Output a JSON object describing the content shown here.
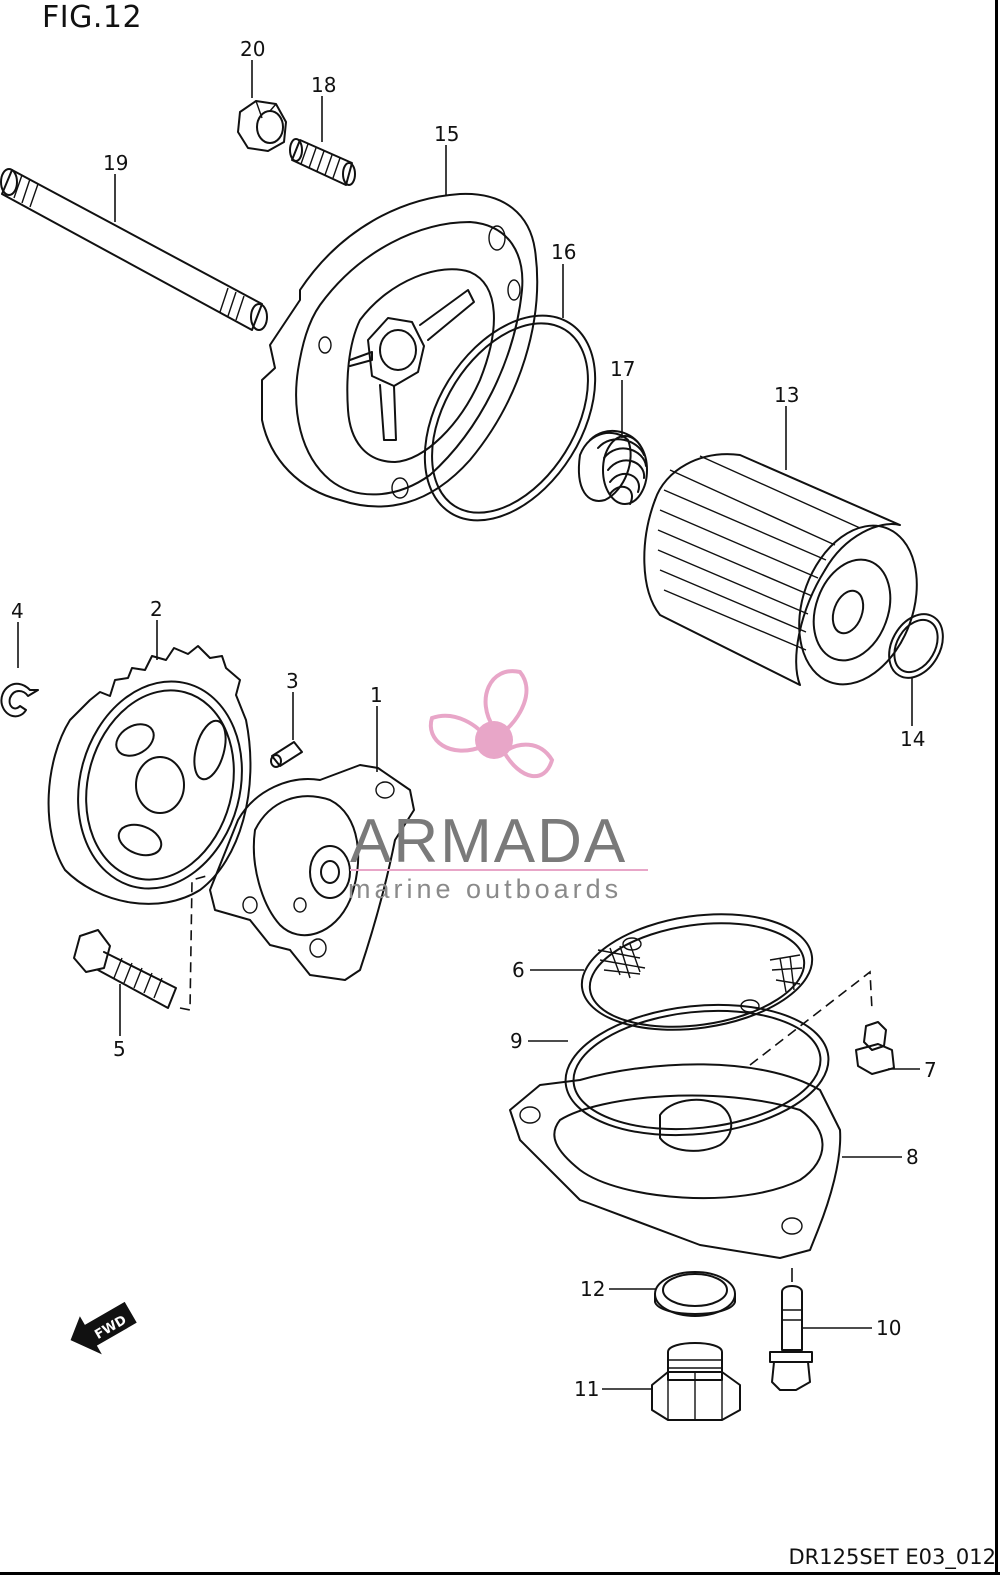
{
  "figure": {
    "title": "FIG.12",
    "code": "DR125SET E03_012"
  },
  "watermark": {
    "brand": "ARMADA",
    "tagline": "marine outboards",
    "brand_color": "#e8a6c8",
    "text_color": "#7a7a7a"
  },
  "fwd_label": "FWD",
  "callouts": [
    {
      "id": "1",
      "label": "1"
    },
    {
      "id": "2",
      "label": "2"
    },
    {
      "id": "3",
      "label": "3"
    },
    {
      "id": "4",
      "label": "4"
    },
    {
      "id": "5",
      "label": "5"
    },
    {
      "id": "6",
      "label": "6"
    },
    {
      "id": "7",
      "label": "7"
    },
    {
      "id": "8",
      "label": "8"
    },
    {
      "id": "9",
      "label": "9"
    },
    {
      "id": "10",
      "label": "10"
    },
    {
      "id": "11",
      "label": "11"
    },
    {
      "id": "12",
      "label": "12"
    },
    {
      "id": "13",
      "label": "13"
    },
    {
      "id": "14",
      "label": "14"
    },
    {
      "id": "15",
      "label": "15"
    },
    {
      "id": "16",
      "label": "16"
    },
    {
      "id": "17",
      "label": "17"
    },
    {
      "id": "18",
      "label": "18"
    },
    {
      "id": "19",
      "label": "19"
    },
    {
      "id": "20",
      "label": "20"
    }
  ]
}
